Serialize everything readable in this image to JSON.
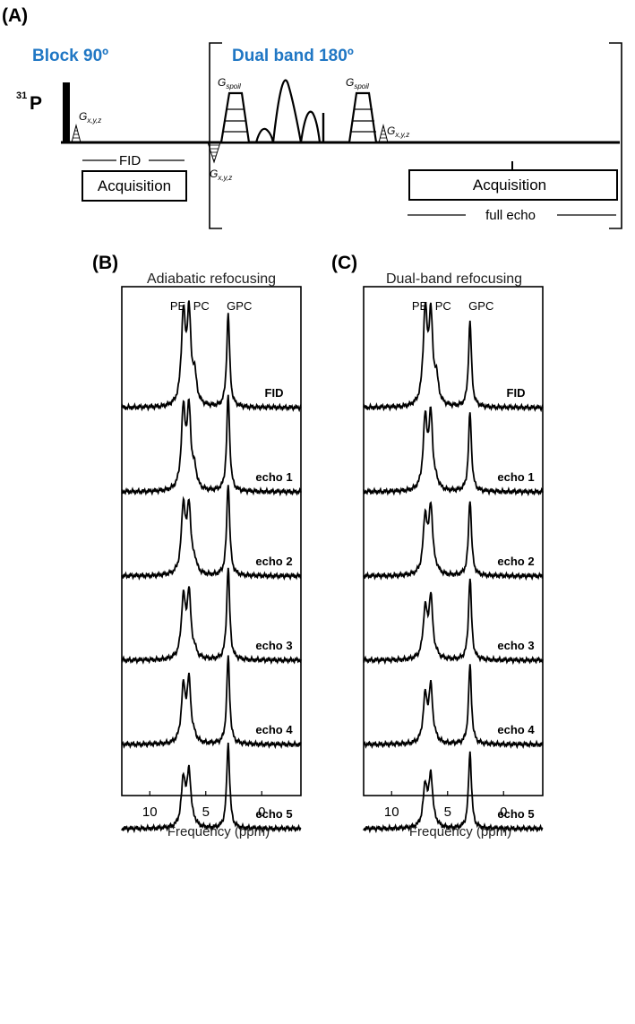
{
  "panel_a": {
    "letter": "(A)",
    "block_title": "Block 90º",
    "dual_title": "Dual band 180º",
    "nucleus_sup": "31",
    "nucleus": "P",
    "g_spoil_main": "G",
    "g_spoil_sub": "spoil",
    "gxyz_main": "G",
    "gxyz_sub": "x,y,z",
    "fid_label": "FID",
    "acquisition1": "Acquisition",
    "acquisition2": "Acquisition",
    "full_echo": "full echo",
    "colors": {
      "title_blue": "#2077c4"
    }
  },
  "chart_data": [
    {
      "type": "line",
      "panel": "(B)",
      "title": "Adiabatic refocusing",
      "xlabel": "Frequency (ppm)",
      "x_ticks": [
        10,
        5,
        0
      ],
      "xlim": [
        12.5,
        -3.5
      ],
      "x_reversed": true,
      "peak_labels": [
        "PE",
        "PC",
        "GPC"
      ],
      "peaks_ppm": {
        "PE": 7.0,
        "PE_shoulder": 6.5,
        "PC": 6.0,
        "GPC": 3.0
      },
      "series": [
        {
          "name": "FID",
          "relative_heights": {
            "PE": 0.82,
            "PE_shoulder": 0.8,
            "PC": 0.25,
            "GPC": 0.85
          }
        },
        {
          "name": "echo 1",
          "relative_heights": {
            "PE": 0.72,
            "PE_shoulder": 0.7,
            "PC": 0.16,
            "GPC": 0.88
          }
        },
        {
          "name": "echo 2",
          "relative_heights": {
            "PE": 0.62,
            "PE_shoulder": 0.6,
            "PC": 0.1,
            "GPC": 0.85
          }
        },
        {
          "name": "echo 3",
          "relative_heights": {
            "PE": 0.55,
            "PE_shoulder": 0.58,
            "PC": 0.06,
            "GPC": 0.85
          }
        },
        {
          "name": "echo 4",
          "relative_heights": {
            "PE": 0.5,
            "PE_shoulder": 0.55,
            "PC": 0.04,
            "GPC": 0.8
          }
        },
        {
          "name": "echo 5",
          "relative_heights": {
            "PE": 0.44,
            "PE_shoulder": 0.5,
            "PC": 0.03,
            "GPC": 0.78
          }
        }
      ]
    },
    {
      "type": "line",
      "panel": "(C)",
      "title": "Dual-band refocusing",
      "xlabel": "Frequency (ppm)",
      "x_ticks": [
        10,
        5,
        0
      ],
      "xlim": [
        12.5,
        -3.5
      ],
      "x_reversed": true,
      "peak_labels": [
        "PE",
        "PC",
        "GPC"
      ],
      "peaks_ppm": {
        "PE": 7.0,
        "PE_shoulder": 6.5,
        "PC": 6.0,
        "GPC": 3.0
      },
      "series": [
        {
          "name": "FID",
          "relative_heights": {
            "PE": 0.85,
            "PE_shoulder": 0.78,
            "PC": 0.22,
            "GPC": 0.78
          }
        },
        {
          "name": "echo 1",
          "relative_heights": {
            "PE": 0.64,
            "PE_shoulder": 0.66,
            "PC": 0.05,
            "GPC": 0.72
          }
        },
        {
          "name": "echo 2",
          "relative_heights": {
            "PE": 0.52,
            "PE_shoulder": 0.6,
            "PC": 0.03,
            "GPC": 0.7
          }
        },
        {
          "name": "echo 3",
          "relative_heights": {
            "PE": 0.45,
            "PE_shoulder": 0.55,
            "PC": 0.02,
            "GPC": 0.75
          }
        },
        {
          "name": "echo 4",
          "relative_heights": {
            "PE": 0.42,
            "PE_shoulder": 0.5,
            "PC": 0.02,
            "GPC": 0.72
          }
        },
        {
          "name": "echo 5",
          "relative_heights": {
            "PE": 0.38,
            "PE_shoulder": 0.47,
            "PC": 0.02,
            "GPC": 0.7
          }
        }
      ]
    }
  ]
}
